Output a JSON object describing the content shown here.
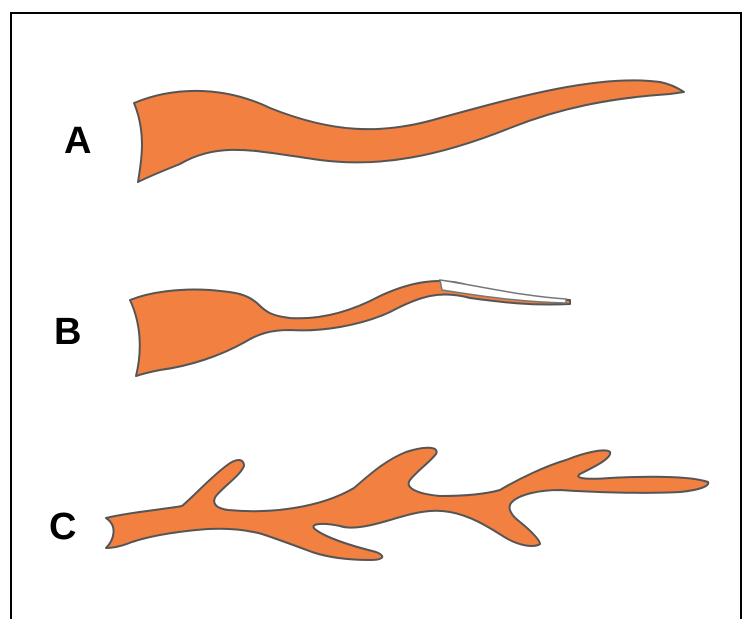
{
  "figure": {
    "shape_color": "#F28040",
    "outline_color": "#555555",
    "items": [
      {
        "label": "A"
      },
      {
        "label": "B"
      },
      {
        "label": "C"
      }
    ]
  }
}
